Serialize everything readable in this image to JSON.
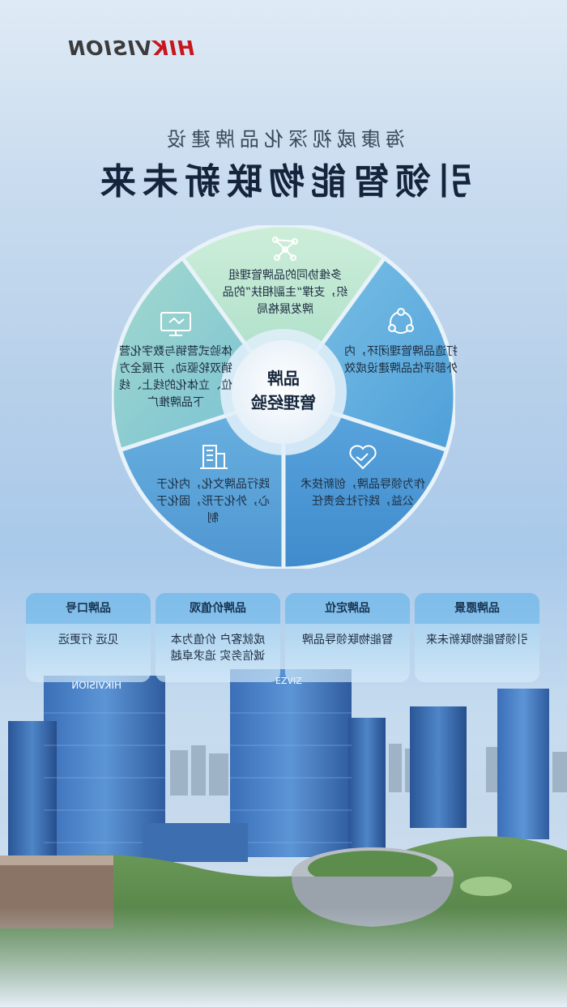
{
  "logo": {
    "part1": "HIK",
    "part2": "VISION"
  },
  "header": {
    "subtitle": "海康威视深化品牌建设",
    "title": "引领智能物联新未来"
  },
  "wheel": {
    "center_line1": "品牌",
    "center_line2": "管理经验",
    "segments": [
      {
        "icon": "network-icon",
        "text": "多维协同的品牌管理组织，支撑“主副相扶”的品牌发展格局"
      },
      {
        "icon": "cycle-icon",
        "text": "打造品牌管理闭环，内外部评估品牌建设成效"
      },
      {
        "icon": "heart-handshake-icon",
        "text": "作为领导品牌，创新技术公益，践行社会责任"
      },
      {
        "icon": "building-icon",
        "text": "践行品牌文化，内化于心，外化于形，固化于制"
      },
      {
        "icon": "monitor-icon",
        "text": "体验式营销与数字化营销双轮驱动，开展全方位、立体化的线上、线下品牌推广"
      }
    ]
  },
  "cards": [
    {
      "title": "品牌愿景",
      "body": "引领智能物联新未来"
    },
    {
      "title": "品牌定位",
      "body": "智能物联领导品牌"
    },
    {
      "title": "品牌价值观",
      "body": "成就客户 价值为本 诚信务实 追求卓越"
    },
    {
      "title": "品牌口号",
      "body": "见远 行更远"
    }
  ],
  "buildings": {
    "left_sign": "HIKVISION",
    "center_sign": "EZVIZ"
  },
  "colors": {
    "brand_red": "#c8161d",
    "title_dark": "#14243a",
    "wheel_top": "#b9e3cc",
    "wheel_right_top": "#5ea9dd",
    "wheel_right_bottom": "#4a93d0",
    "wheel_left_bottom": "#5aa2d8",
    "wheel_left_top": "#86cbc9"
  }
}
